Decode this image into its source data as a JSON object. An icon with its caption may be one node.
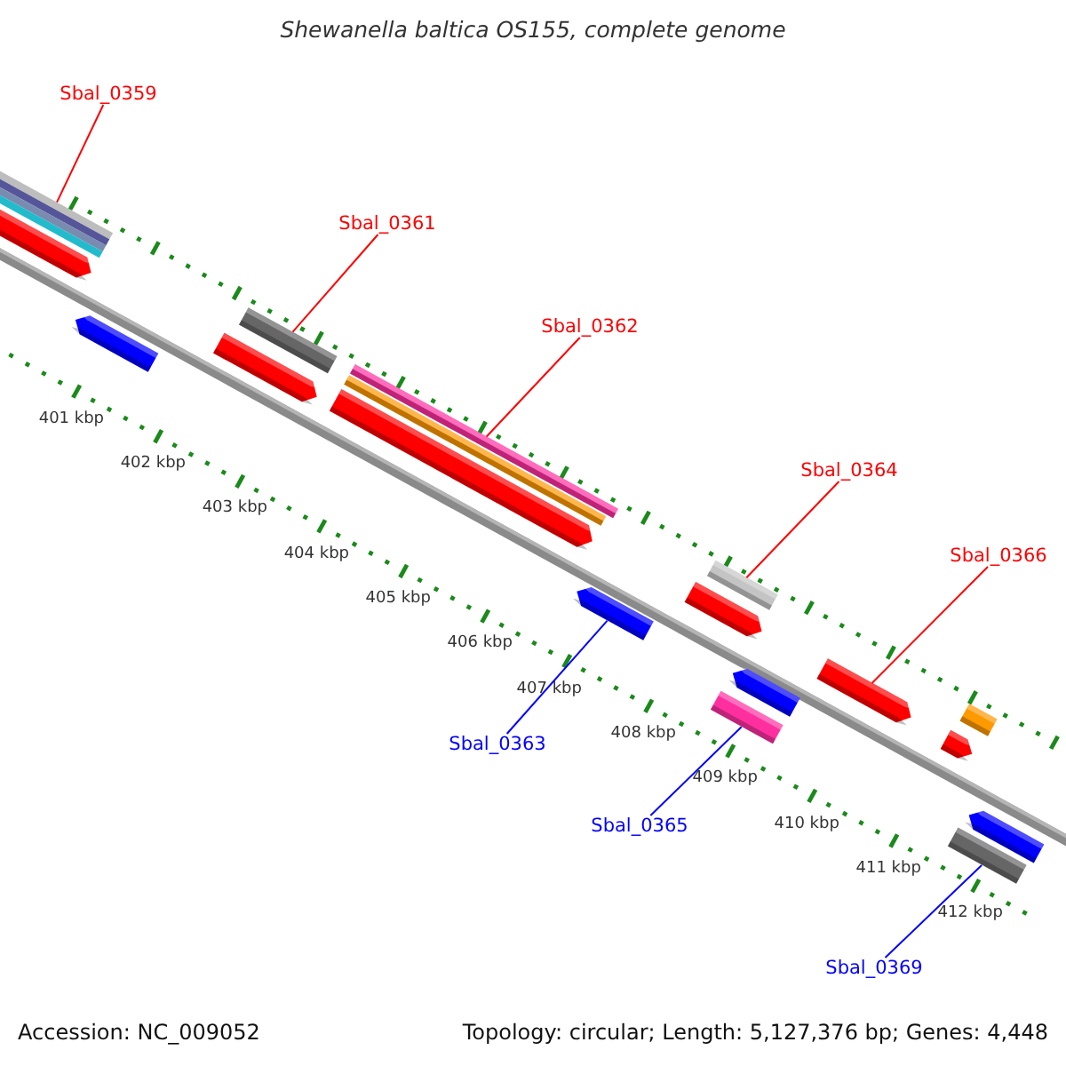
{
  "diagram": {
    "title": "Shewanella baltica OS155, complete genome",
    "nodes": [
      {
        "text": [
          "Sbal_0359"
        ]
      },
      {
        "text": [],
        "shape": "bar"
      },
      {
        "text": [
          "Sbal_0361"
        ]
      },
      {
        "text": [],
        "shape": "bar"
      },
      {
        "text": [
          "Sbal_0362"
        ]
      },
      {
        "text": [],
        "shape": "bar"
      },
      {
        "text": [
          "Sbal_0364"
        ]
      },
      {
        "text": [],
        "shape": "bar"
      },
      {
        "text": [
          "Sbal_0366"
        ]
      },
      {
        "text": [],
        "shape": "bar"
      },
      {
        "text": [
          "Sbal_0363"
        ]
      },
      {
        "text": [],
        "shape": "bar"
      },
      {
        "text": [
          "Sbal_0365"
        ]
      },
      {
        "text": [],
        "shape": "bar"
      },
      {
        "text": [
          "Sbal_0369"
        ]
      },
      {
        "text": [],
        "shape": "bar"
      },
      {
        "text": [],
        "shape": "bar"
      },
      {
        "text": [],
        "shape": "bar"
      },
      {
        "text": [],
        "shape": "bar"
      },
      {
        "text": [],
        "shape": "bar"
      },
      {
        "text": [],
        "shape": "bar"
      },
      {
        "text": [],
        "shape": "bar"
      },
      {
        "text": [],
        "shape": "bar"
      },
      {
        "text": [],
        "shape": "bar"
      },
      {
        "text": [],
        "shape": "bar"
      },
      {
        "text": [],
        "shape": "bar"
      }
    ],
    "edges": [
      {
        "from": 0,
        "to": 1,
        "arrow": "none"
      },
      {
        "from": 2,
        "to": 3,
        "arrow": "none"
      },
      {
        "from": 4,
        "to": 5,
        "arrow": "none"
      },
      {
        "from": 6,
        "to": 7,
        "arrow": "none"
      },
      {
        "from": 8,
        "to": 9,
        "arrow": "none"
      },
      {
        "from": 10,
        "to": 11,
        "arrow": "none",
        "color": "#0000ff"
      },
      {
        "from": 12,
        "to": 13,
        "arrow": "none",
        "color": "#0000ff"
      },
      {
        "from": 14,
        "to": 15,
        "arrow": "none",
        "color": "#0000ff"
      }
    ],
    "labels": [
      "401 kbp",
      "402 kbp",
      "403 kbp",
      "404 kbp",
      "405 kbp",
      "406 kbp",
      "407 kbp",
      "408 kbp",
      "409 kbp",
      "410 kbp",
      "411 kbp",
      "412 kbp",
      "Accession: NC_009052",
      "Topology: circular; Length: 5,127,376 bp; Genes: 4,448"
    ]
  }
}
